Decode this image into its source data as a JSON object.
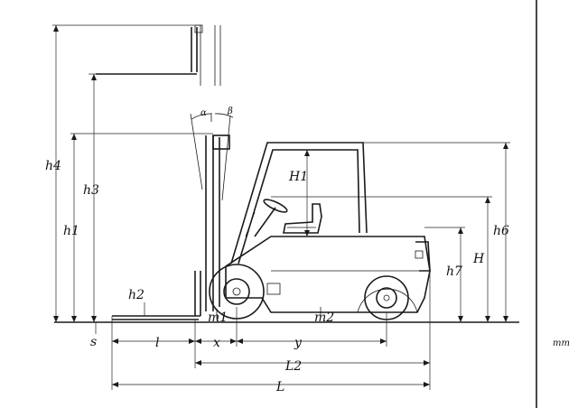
{
  "labels": {
    "h4": "h4",
    "h3": "h3",
    "h1": "h1",
    "h2": "h2",
    "H1": "H1",
    "H": "H",
    "h6": "h6",
    "h7": "h7",
    "alpha": "α",
    "beta": "β",
    "m1": "m1",
    "m2": "m2",
    "s": "s",
    "l": "l",
    "x": "x",
    "y": "y",
    "L2": "L2",
    "L": "L"
  },
  "unit": "mm",
  "colors": {
    "ink": "#1a1a1a",
    "paper": "#ffffff"
  }
}
